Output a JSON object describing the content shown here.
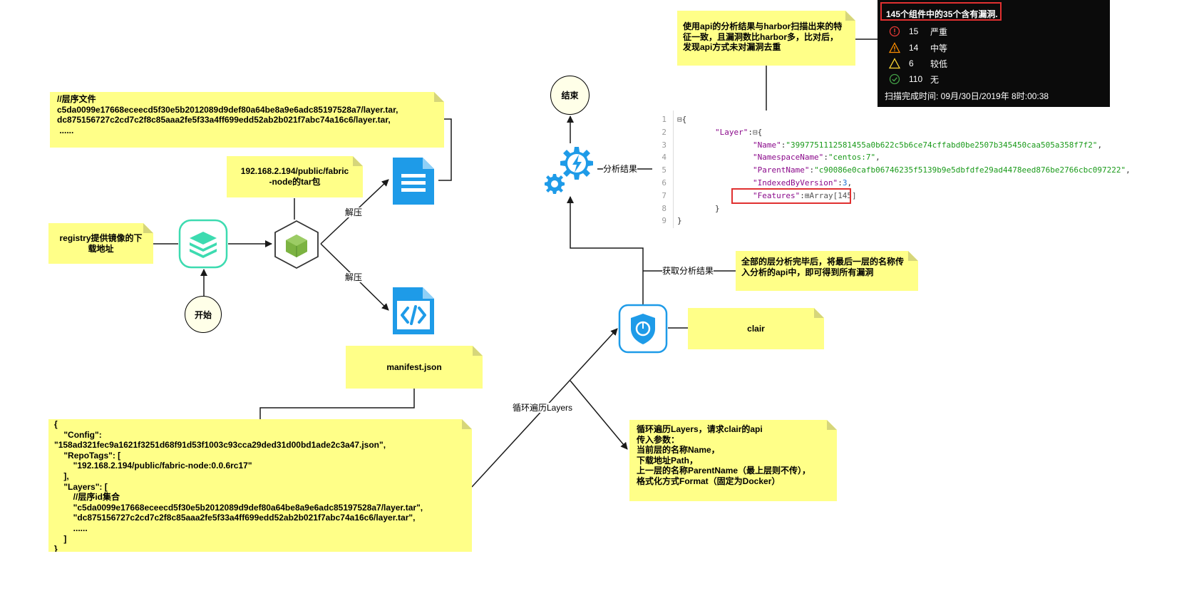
{
  "notes": {
    "layer_files": "//层序文件\nc5da0099e17668eceecd5f30e5b2012089d9def80a64be8a9e6adc85197528a7/layer.tar,\ndc875156727c2cd7c2f8c85aaa2fe5f33a4ff699edd52ab2b021f7abc74a16c6/layer.tar,\n ......",
    "tar_pkg": "192.168.2.194/public/fabric\n-node的tar包",
    "registry": "registry提供镜像的下\n载地址",
    "manifest": "manifest.json",
    "manifest_content": "{\n    \"Config\":\n\"158ad321fec9a1621f3251d68f91d53f1003c93cca29ded31d00bd1ade2c3a47.json\",\n    \"RepoTags\": [\n        \"192.168.2.194/public/fabric-node:0.0.6rc17\"\n    ],\n    \"Layers\": [\n        //层序id集合\n        \"c5da0099e17668eceecd5f30e5b2012089d9def80a64be8a9e6adc85197528a7/layer.tar\",\n        \"dc875156727c2cd7c2f8c85aaa2fe5f33a4ff699edd52ab2b021f7abc74a16c6/layer.tar\",\n        ......\n    ]\n}",
    "compare": "使用api的分析结果与harbor扫描出来的特\n征一致，且漏洞数比harbor多，比对后，\n发现api方式未对漏洞去重",
    "all_layers": "全部的层分析完毕后，将最后一层的名称传\n入分析的api中，即可得到所有漏洞",
    "clair": "clair",
    "loop_params": "循环遍历Layers，请求clair的api\n传入参数：\n当前层的名称Name，\n下载地址Path，\n上一层的名称ParentName（最上层则不传），\n格式化方式Format（固定为Docker）"
  },
  "nodes": {
    "start": "开始",
    "end": "结束"
  },
  "edges": {
    "unzip1": "解压",
    "unzip2": "解压",
    "loop_layers": "循环遍历Layers",
    "get_result": "获取分析结果",
    "analysis_result": "分析结果"
  },
  "code": {
    "line_numbers": [
      "1",
      "2",
      "3",
      "4",
      "5",
      "6",
      "7",
      "8",
      "9"
    ],
    "layer_key": "\"Layer\"",
    "name_key": "\"Name\"",
    "name_val": "\"3997751112581455a0b622c5b6ce74cffabd0be2507b345450caa505a358f7f2\"",
    "ns_key": "\"NamespaceName\"",
    "ns_val": "\"centos:7\"",
    "parent_key": "\"ParentName\"",
    "parent_val": "\"c90086e0cafb06746235f5139b9e5dbfdfe29ad4478eed876be2766cbc097222\"",
    "indexed_key": "\"IndexedByVersion\"",
    "indexed_val": "3",
    "features_key": "\"Features\"",
    "features_val": "Array[145]"
  },
  "vuln": {
    "title": "145个组件中的35个含有漏洞.",
    "rows": [
      {
        "count": "15",
        "label": "严重",
        "color": "#e53935"
      },
      {
        "count": "14",
        "label": "中等",
        "color": "#fb8c00"
      },
      {
        "count": "6",
        "label": "较低",
        "color": "#fdd835"
      },
      {
        "count": "110",
        "label": "无",
        "color": "#43a047"
      }
    ],
    "scan_time": "扫描完成时间: 09月/30日/2019年 8时:00:38"
  },
  "colors": {
    "note_bg": "#ffff88",
    "icon_blue": "#1e9be8",
    "icon_teal": "#3ddbb0",
    "highlight_red": "#e03030"
  }
}
